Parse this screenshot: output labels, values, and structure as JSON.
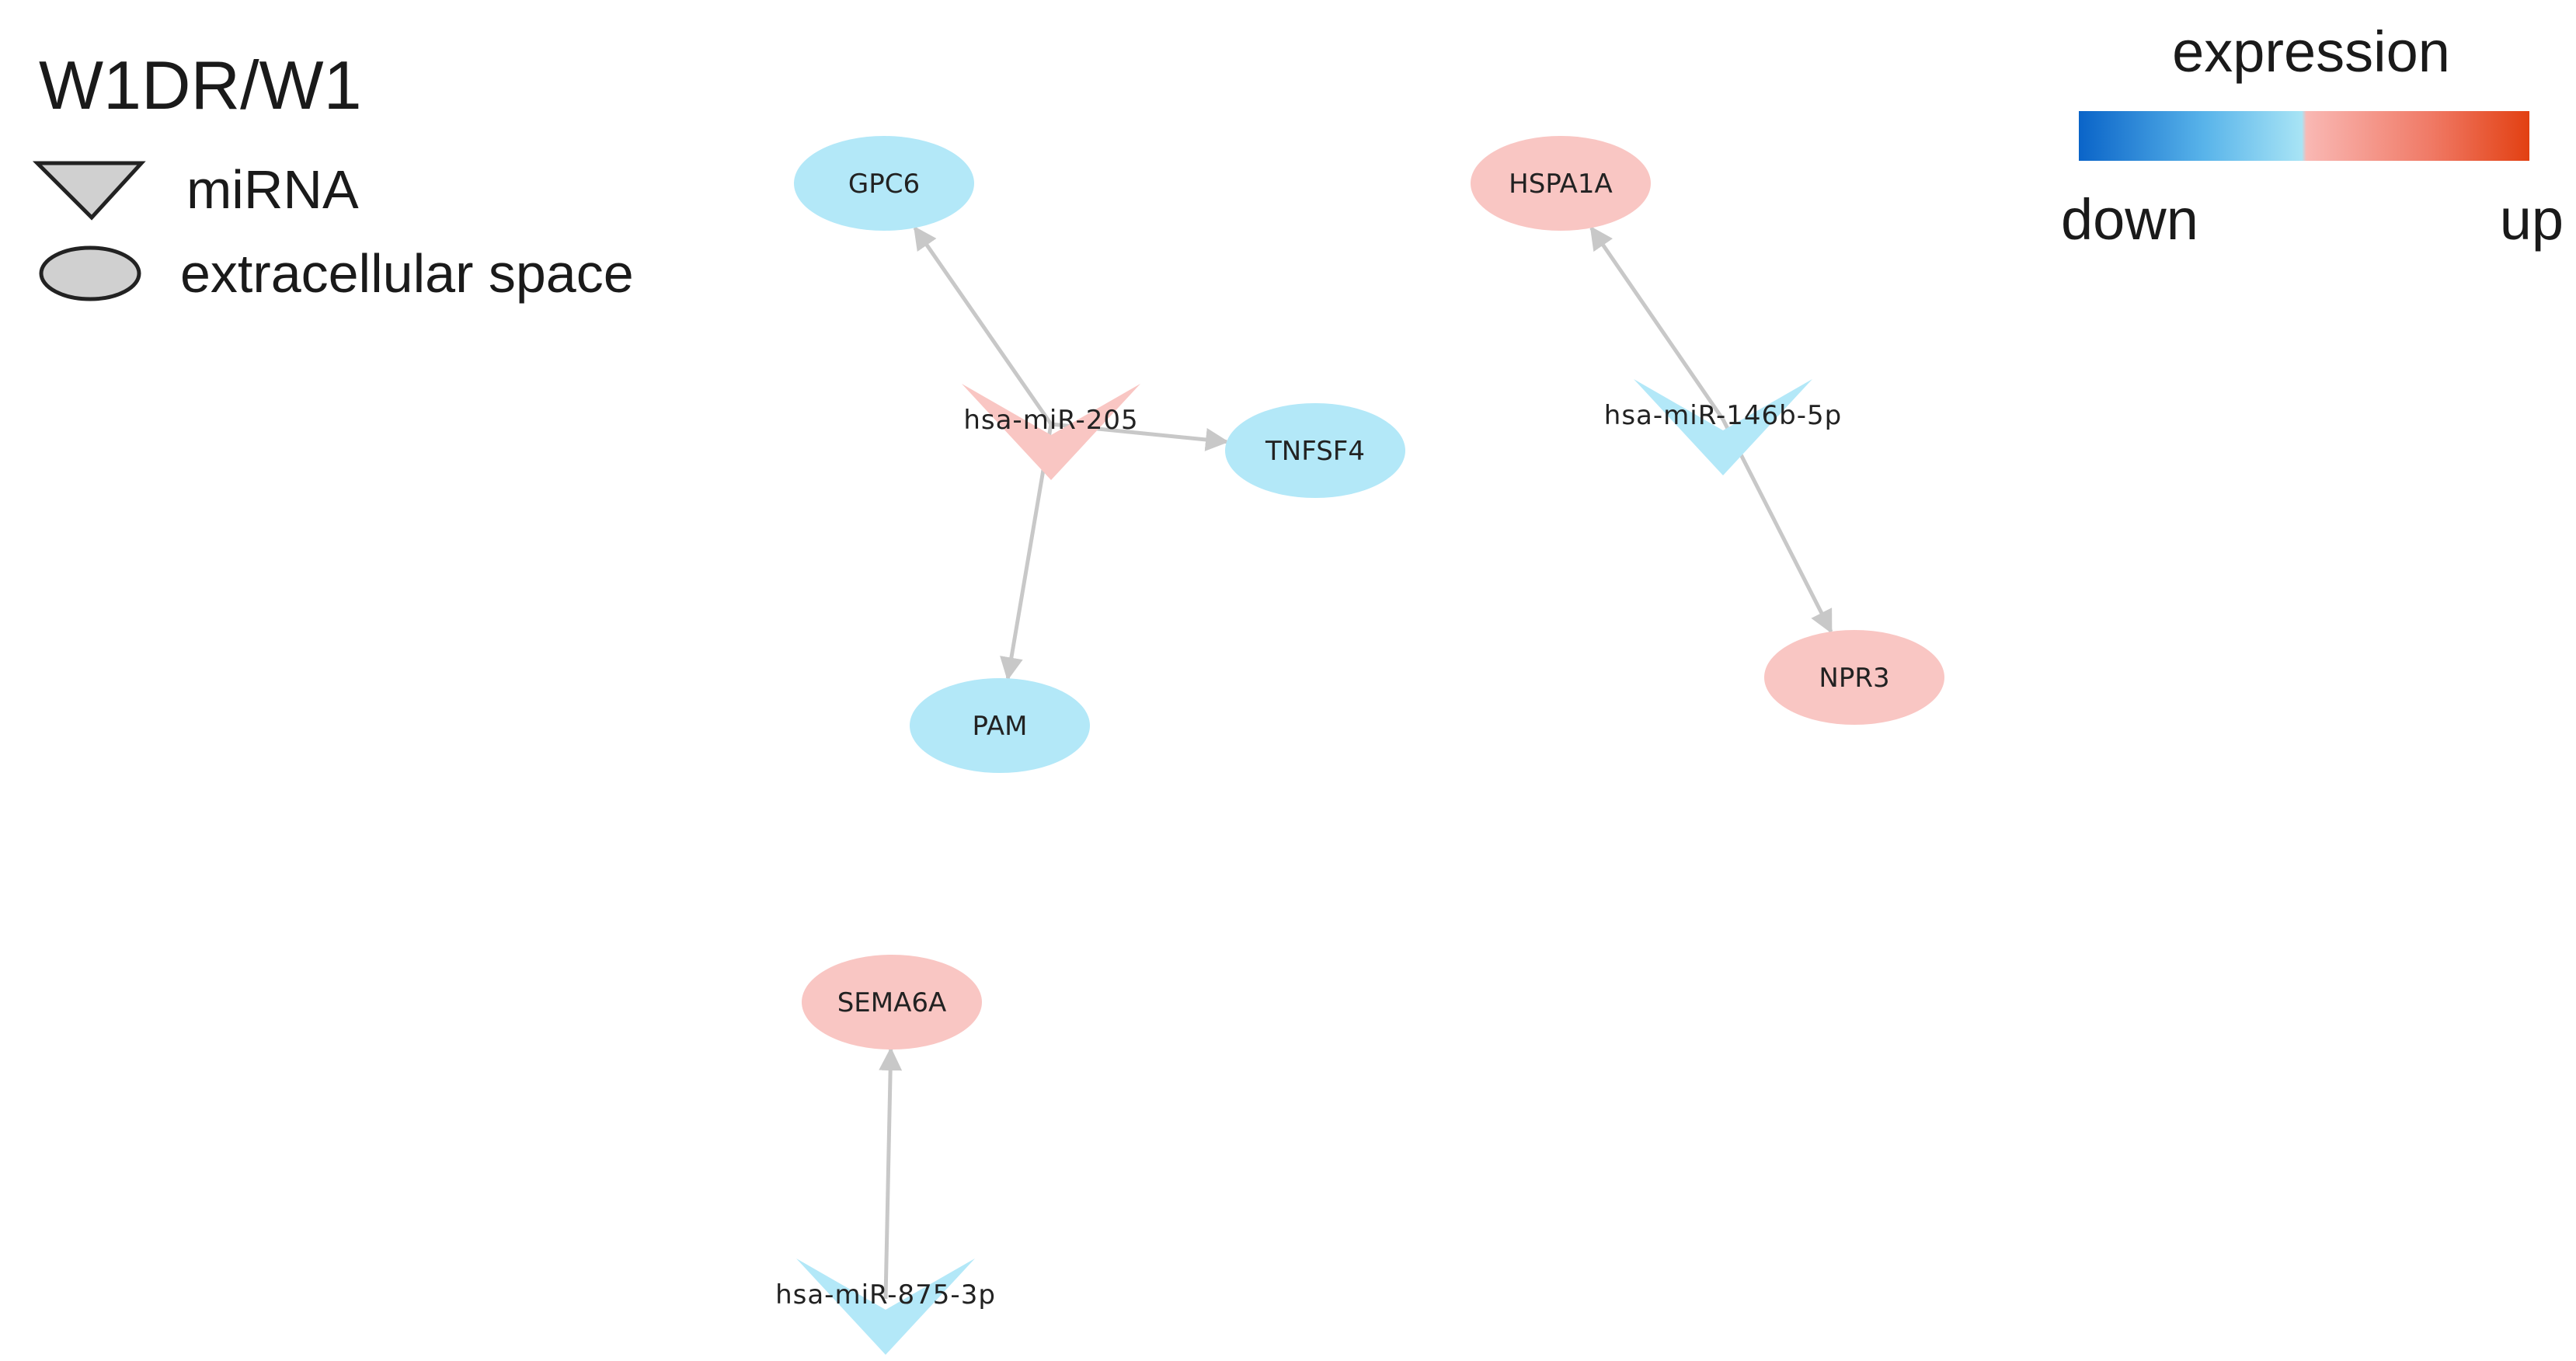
{
  "title": "W1DR/W1",
  "legend": {
    "mirna_label": "miRNA",
    "gene_label": "extracellular space",
    "symbol_fill": "#d0d0d0",
    "symbol_stroke": "#222222"
  },
  "color_scale": {
    "title": "expression",
    "low_label": "down",
    "high_label": "up",
    "stops": [
      "#0a64c8",
      "#59b4ea",
      "#a8e4f5",
      "#f9b8b4",
      "#f07a66",
      "#e24012"
    ]
  },
  "colors": {
    "down": "#b3e8f8",
    "up": "#f9c6c3",
    "edge": "#c8c8c8"
  },
  "nodes": [
    {
      "id": "GPC6",
      "label": "GPC6",
      "type": "gene",
      "expression": "down"
    },
    {
      "id": "TNFSF4",
      "label": "TNFSF4",
      "type": "gene",
      "expression": "down"
    },
    {
      "id": "PAM",
      "label": "PAM",
      "type": "gene",
      "expression": "down"
    },
    {
      "id": "HSPA1A",
      "label": "HSPA1A",
      "type": "gene",
      "expression": "up"
    },
    {
      "id": "NPR3",
      "label": "NPR3",
      "type": "gene",
      "expression": "up"
    },
    {
      "id": "SEMA6A",
      "label": "SEMA6A",
      "type": "gene",
      "expression": "up"
    },
    {
      "id": "miR205",
      "label": "hsa-miR-205",
      "type": "mirna",
      "expression": "up"
    },
    {
      "id": "miR146b",
      "label": "hsa-miR-146b-5p",
      "type": "mirna",
      "expression": "down"
    },
    {
      "id": "miR875",
      "label": "hsa-miR-875-3p",
      "type": "mirna",
      "expression": "down"
    }
  ],
  "edges": [
    {
      "from": "miR205",
      "to": "GPC6"
    },
    {
      "from": "miR205",
      "to": "TNFSF4"
    },
    {
      "from": "miR205",
      "to": "PAM"
    },
    {
      "from": "miR146b",
      "to": "HSPA1A"
    },
    {
      "from": "miR146b",
      "to": "NPR3"
    },
    {
      "from": "miR875",
      "to": "SEMA6A"
    }
  ]
}
